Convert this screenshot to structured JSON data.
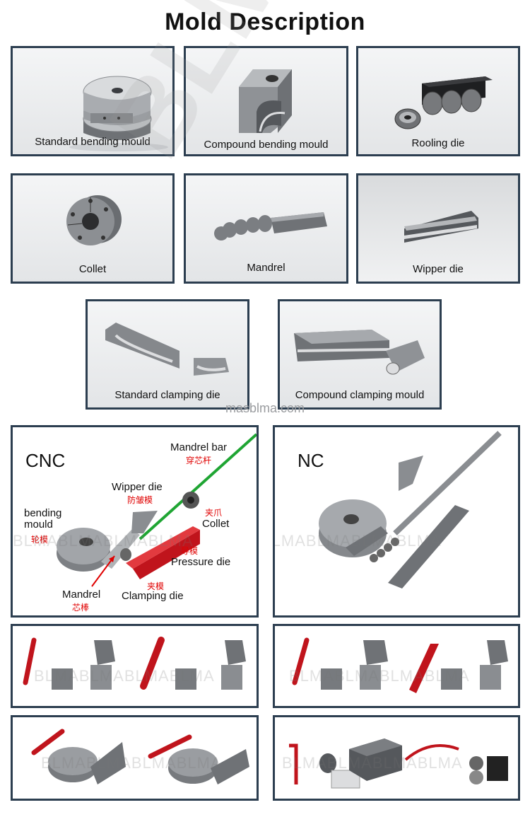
{
  "title": "Mold Description",
  "molds": [
    {
      "label": "Standard bending mould"
    },
    {
      "label": "Compound bending mould"
    },
    {
      "label": "Rooling die"
    },
    {
      "label": "Collet"
    },
    {
      "label": "Mandrel"
    },
    {
      "label": "Wipper die"
    },
    {
      "label": "Standard clamping die"
    },
    {
      "label": "Compound clamping mould"
    }
  ],
  "watermark": {
    "url": "masblma.com",
    "letters": "BLMA",
    "strip": "BLMABLMABLMABLMA"
  },
  "cnc": {
    "heading": "CNC",
    "mandrel_bar": "Mandrel bar",
    "mandrel_bar_cn": "穿芯杆",
    "wipper_die": "Wipper die",
    "wipper_die_cn": "防皱模",
    "bending_mould": "bending mould",
    "bending_mould_cn": "轮模",
    "collet_cn": "夹爪",
    "collet": "Collet",
    "pressure_cn": "导模",
    "pressure": "Pressure die",
    "clamping_cn": "夹模",
    "clamping": "Clamping die",
    "mandrel": "Mandrel",
    "mandrel_cn": "芯棒"
  },
  "nc": {
    "heading": "NC"
  },
  "colors": {
    "border": "#2c3e50",
    "accent_red": "#c0141c",
    "metal": "#8a8d91",
    "green_bar": "#1fa533"
  }
}
